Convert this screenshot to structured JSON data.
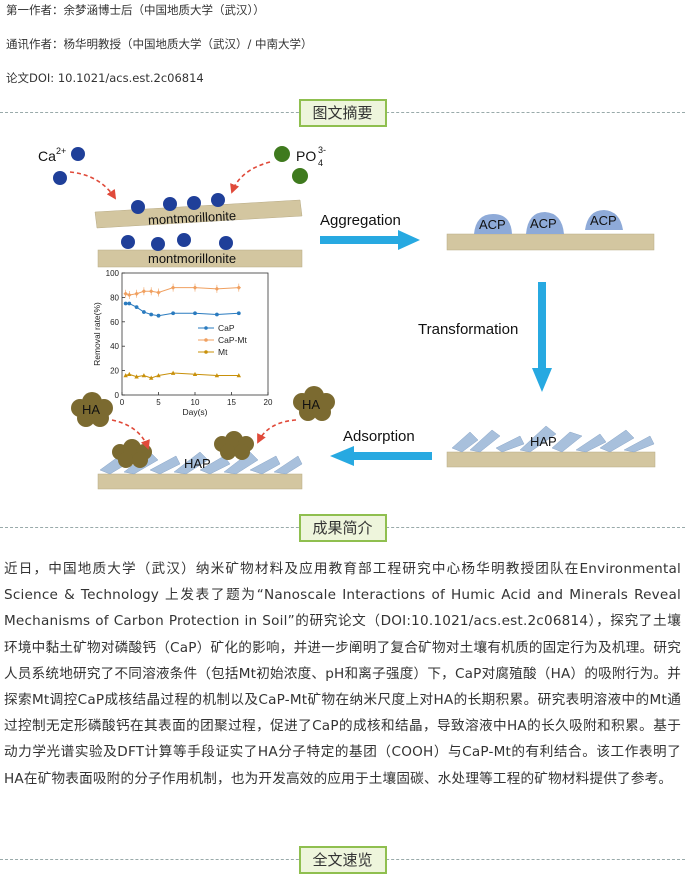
{
  "meta": {
    "first_author": "第一作者：余梦涵博士后（中国地质大学（武汉））",
    "corresponding_author": "通讯作者：杨华明教授（中国地质大学（武汉）/ 中南大学）",
    "doi": "论文DOI: 10.1021/acs.est.2c06814"
  },
  "sections": {
    "abstract_title": "图文摘要",
    "summary_title": "成果简介",
    "fulltext_title": "全文速览"
  },
  "figure": {
    "labels": {
      "ca": "Ca",
      "ca_sup": "2+",
      "po4": "PO",
      "po4_sub": "4",
      "po4_sup": "3-",
      "montmorillonite_top": "montmorillonite",
      "montmorillonite_bottom": "montmorillonite",
      "aggregation": "Aggregation",
      "transformation": "Transformation",
      "adsorption": "Adsorption",
      "acp": [
        "ACP",
        "ACP",
        "ACP"
      ],
      "hap_right": "HAP",
      "hap_left": "HAP",
      "ha_left": "HA",
      "ha_right": "HA"
    },
    "colors": {
      "ion_blue": "#1f3f99",
      "ion_green": "#3f7a1e",
      "clay": "#d3c6a0",
      "acp": "#8eaad8",
      "arrow_blue": "#27a9e1",
      "dashed_red": "#e04a3a",
      "hap_crystal": "#a8c0dc",
      "ha_blob": "#7b6a30"
    }
  },
  "chart_data": {
    "type": "line",
    "title": "",
    "xlabel": "Day(s)",
    "ylabel": "Removal rate(%)",
    "xlim": [
      0,
      20
    ],
    "ylim": [
      0,
      100
    ],
    "xticks": [
      0,
      5,
      10,
      15,
      20
    ],
    "yticks": [
      0,
      20,
      40,
      60,
      80,
      100
    ],
    "legend_position": "right",
    "series": [
      {
        "name": "CaP",
        "color": "#2a7bbf",
        "marker": "circle",
        "x": [
          0.5,
          1,
          2,
          3,
          4,
          5,
          7,
          10,
          13,
          16
        ],
        "y": [
          75,
          75,
          72,
          68,
          66,
          65,
          67,
          67,
          66,
          67
        ]
      },
      {
        "name": "CaP-Mt",
        "color": "#f0a060",
        "marker": "diamond",
        "x": [
          0.5,
          1,
          2,
          3,
          4,
          5,
          7,
          10,
          13,
          16
        ],
        "y": [
          83,
          82,
          83,
          85,
          85,
          84,
          88,
          88,
          87,
          88
        ]
      },
      {
        "name": "Mt",
        "color": "#c8900a",
        "marker": "triangle",
        "x": [
          0.5,
          1,
          2,
          3,
          4,
          5,
          7,
          10,
          13,
          16
        ],
        "y": [
          16,
          17,
          15,
          16,
          14,
          16,
          18,
          17,
          16,
          16
        ]
      }
    ]
  },
  "summary": {
    "text": "近日，中国地质大学（武汉）纳米矿物材料及应用教育部工程研究中心杨华明教授团队在Environmental Science & Technology 上发表了题为“Nanoscale Interactions of Humic Acid and Minerals Reveal Mechanisms of Carbon Protection in Soil”的研究论文（DOI:10.1021/acs.est.2c06814），探究了土壤环境中黏土矿物对磷酸钙（CaP）矿化的影响，并进一步阐明了复合矿物对土壤有机质的固定行为及机理。研究人员系统地研究了不同溶液条件（包括Mt初始浓度、pH和离子强度）下，CaP对腐殖酸（HA）的吸附行为。并探索Mt调控CaP成核结晶过程的机制以及CaP-Mt矿物在纳米尺度上对HA的长期积累。研究表明溶液中的Mt通过控制无定形磷酸钙在其表面的团聚过程，促进了CaP的成核和结晶，导致溶液中HA的长久吸附和积累。基于动力学光谱实验及DFT计算等手段证实了HA分子特定的基团（COOH）与CaP-Mt的有利结合。该工作表明了HA在矿物表面吸附的分子作用机制，也为开发高效的应用于土壤固碳、水处理等工程的矿物材料提供了参考。"
  }
}
